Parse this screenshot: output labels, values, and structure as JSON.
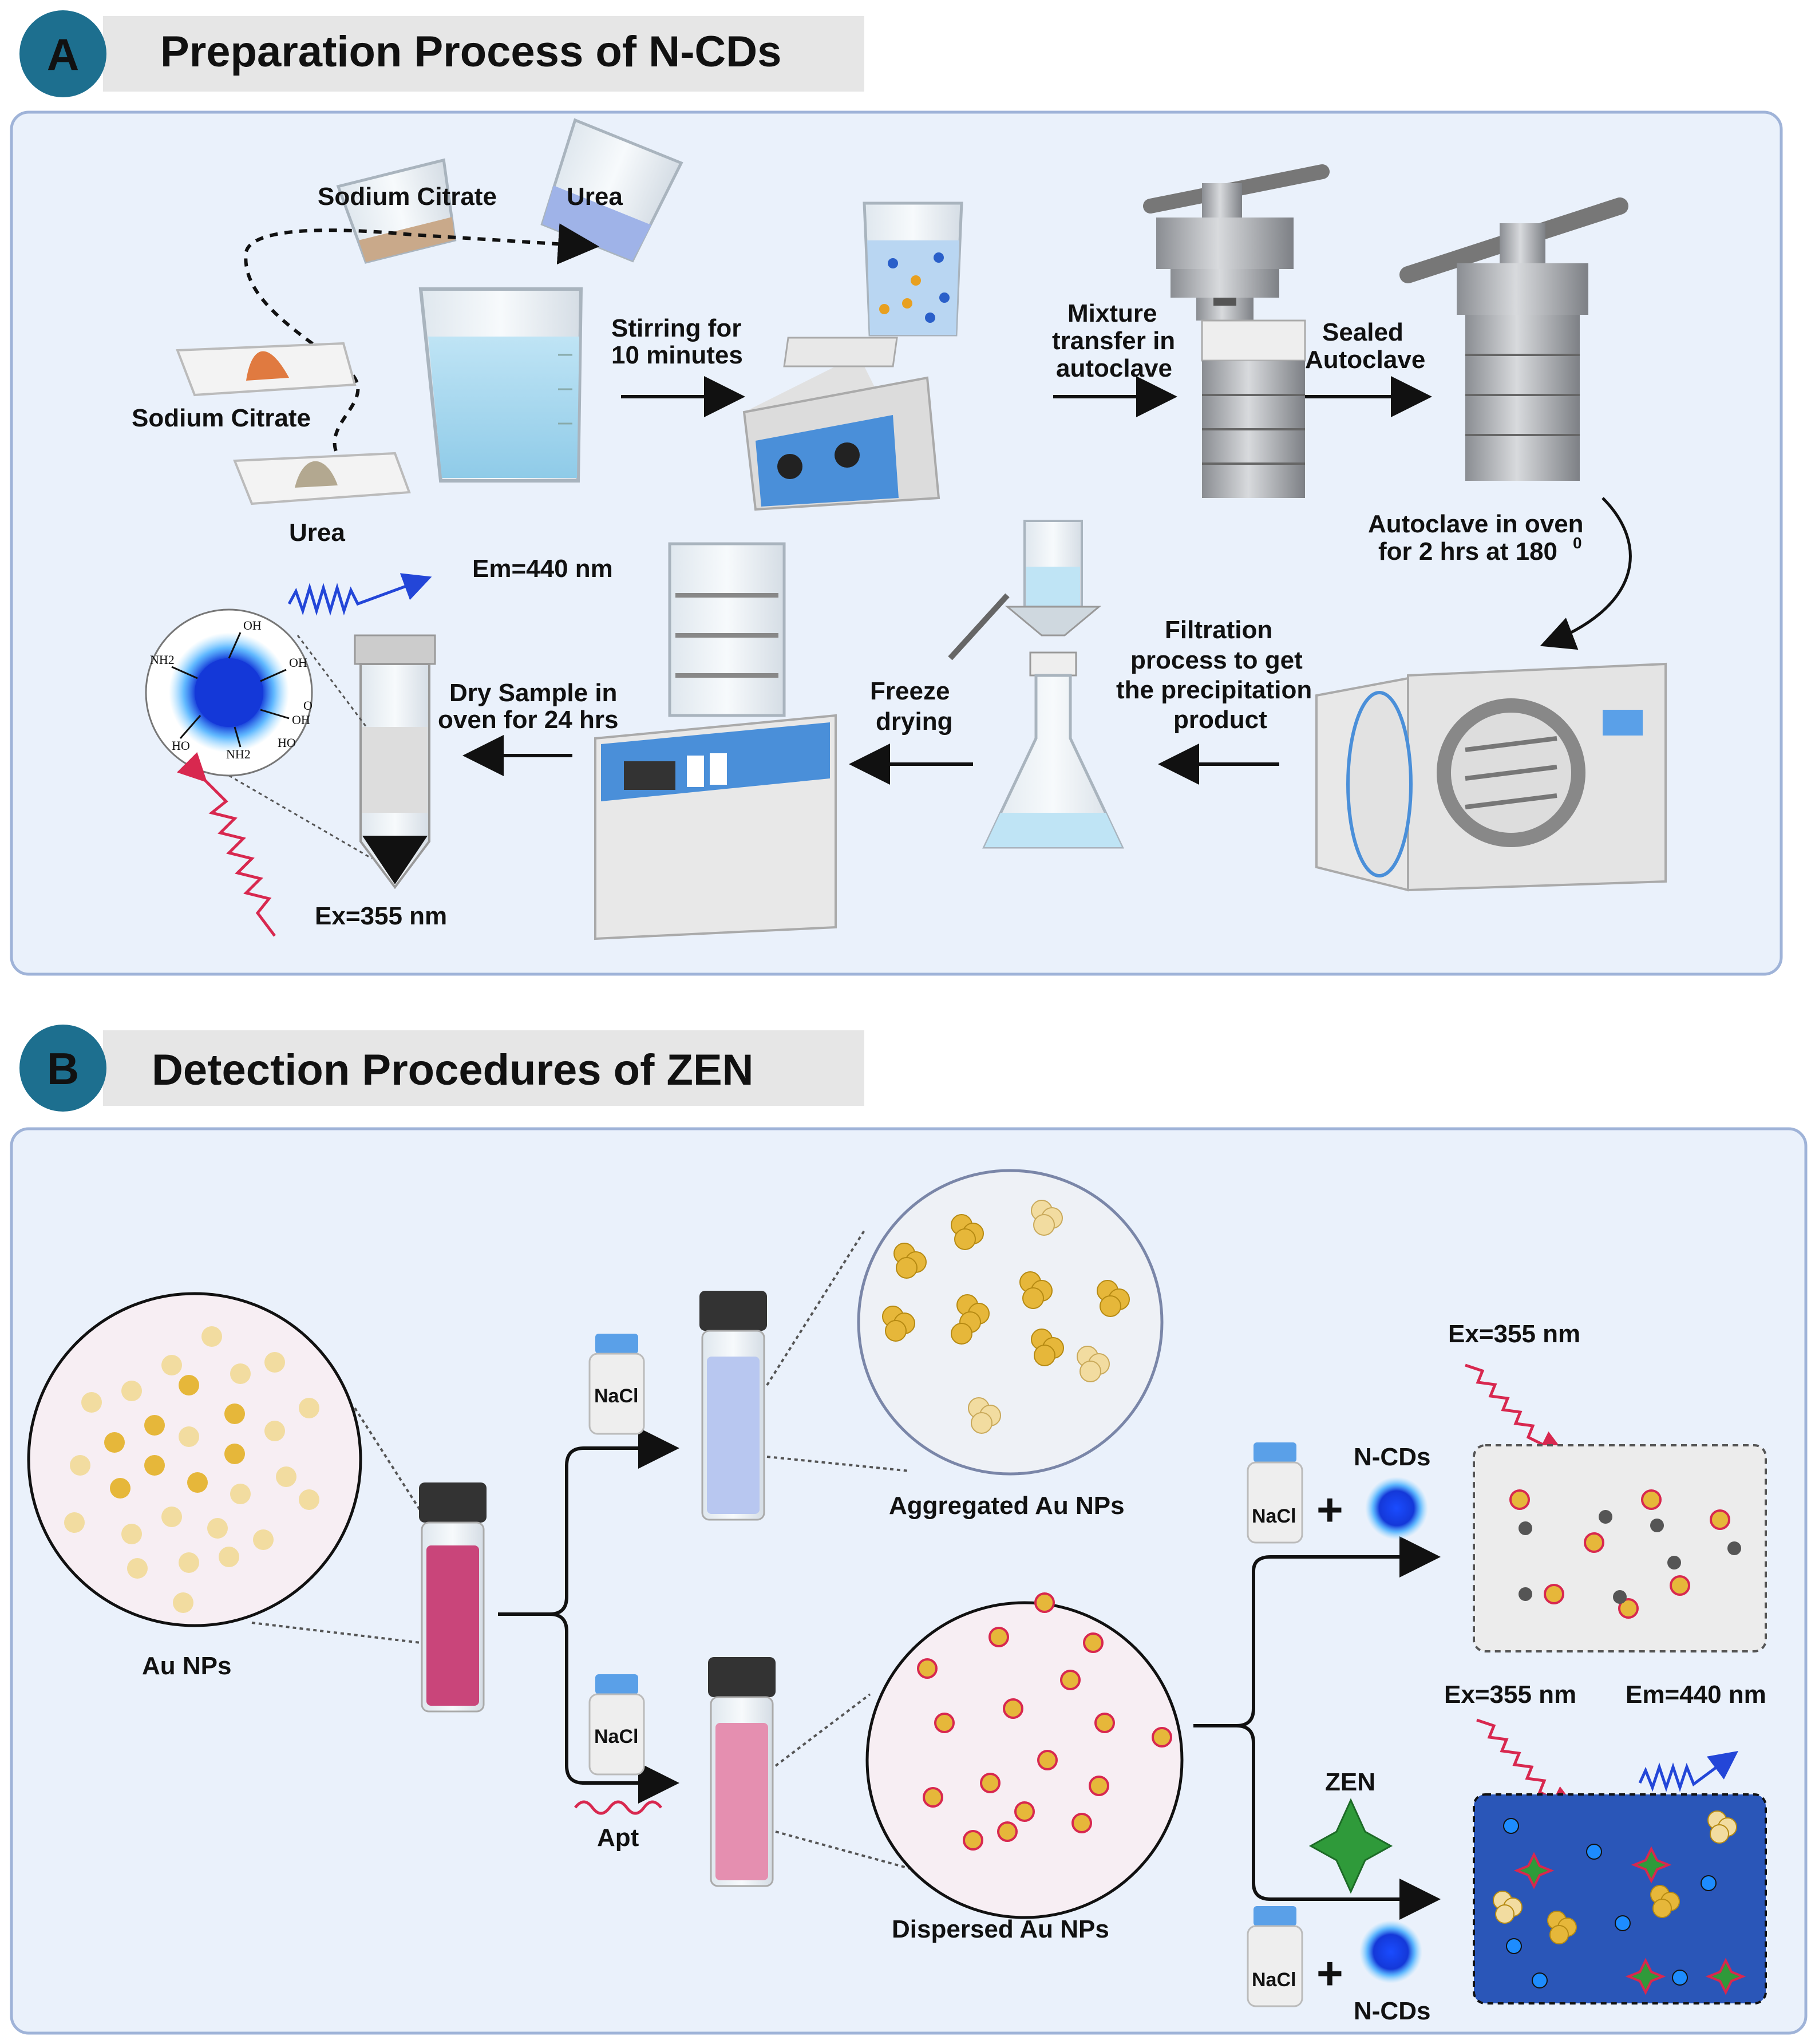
{
  "panel_a": {
    "letter": "A",
    "title": "Preparation Process of N-CDs",
    "labels": {
      "sodium_citrate_beaker": "Sodium Citrate",
      "urea_beaker": "Urea",
      "sodium_citrate_dish": "Sodium Citrate",
      "urea_dish": "Urea",
      "stirring_1": "Stirring for",
      "stirring_2": "10 minutes",
      "mixture_1": "Mixture",
      "mixture_2": "transfer in",
      "mixture_3": "autoclave",
      "sealed_1": "Sealed",
      "sealed_2": "Autoclave",
      "oven_1": "Autoclave in oven",
      "oven_2": "for 2 hrs at 180",
      "oven_2_sup": "0",
      "filtration_1": "Filtration",
      "filtration_2": "process to get",
      "filtration_3": "the precipitation",
      "filtration_4": "product",
      "freeze_1": "Freeze",
      "freeze_2": "drying",
      "dry_1": "Dry Sample in",
      "dry_2": "oven for 24 hrs",
      "em": "Em=440 nm",
      "ex": "Ex=355 nm"
    },
    "molecule_groups": [
      "OH",
      "OH",
      "NH2",
      "OH",
      "NH2",
      "HO",
      "HO",
      "O"
    ]
  },
  "panel_b": {
    "letter": "B",
    "title": "Detection Procedures of ZEN",
    "labels": {
      "au_nps": "Au NPs",
      "nacl_top": "NaCl",
      "nacl_bottom": "NaCl",
      "apt": "Apt",
      "aggregated": "Aggregated Au NPs",
      "dispersed": "Dispersed Au NPs",
      "ex_top": "Ex=355 nm",
      "ncds_top": "N-CDs",
      "nacl_right_top": "NaCl",
      "ex_bottom": "Ex=355 nm",
      "em_bottom": "Em=440 nm",
      "zen": "ZEN",
      "nacl_right_bottom": "NaCl",
      "ncds_bottom": "N-CDs"
    }
  },
  "colors": {
    "badge": "#1d6f8f",
    "panel_bg": "#eaf1fb",
    "panel_border": "#9fb3d8",
    "title_bar": "#e6e6e6",
    "gold": "#e6b73a",
    "gold_light": "#f2dca0",
    "pink": "#c9457a",
    "pink_light": "#e58fb0",
    "blue_dot": "#0a3fd6",
    "dark_blue_box": "#2a56b8",
    "wave_red": "#d8284f",
    "wave_blue": "#2346d8",
    "star_green": "#2f9a3a"
  }
}
